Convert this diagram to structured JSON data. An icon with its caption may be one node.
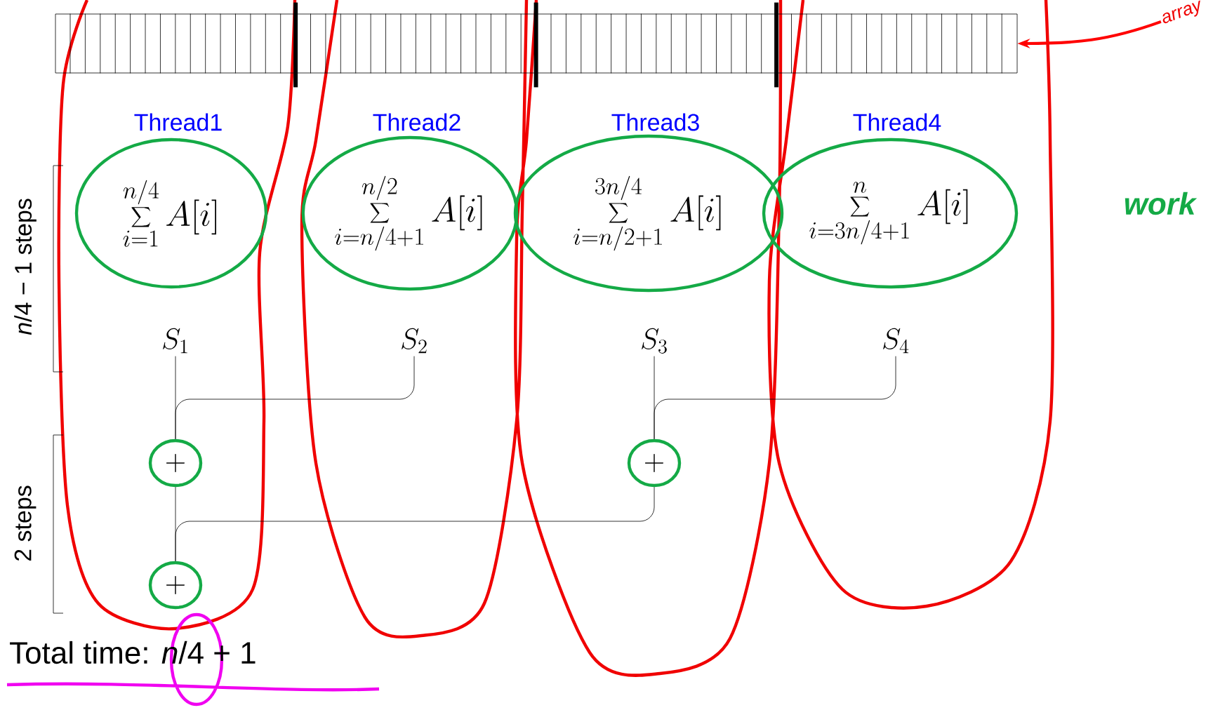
{
  "diagram": {
    "nodes": [
      {
        "text": [],
        "shape": "box"
      },
      {
        "text": [
          "array"
        ]
      },
      {
        "text": [
          "\\sum_{i=1}^{n/4} A[i]"
        ],
        "beside": [
          "Thread1"
        ]
      },
      {
        "text": [
          "\\sum_{i=n/4+1}^{n/2} A[i]"
        ],
        "beside": [
          "Thread2"
        ]
      },
      {
        "text": [
          "\\sum_{i=n/2+1}^{3n/4} A[i]"
        ],
        "beside": [
          "Thread3"
        ]
      },
      {
        "text": [
          "\\sum_{i=3n/4+1}^{n} A[i]"
        ],
        "beside": [
          "Thread4"
        ]
      },
      {
        "text": [
          "S_1"
        ]
      },
      {
        "text": [
          "S_2"
        ]
      },
      {
        "text": [
          "S_3"
        ]
      },
      {
        "text": [
          "S_4"
        ]
      },
      {
        "text": [
          "+"
        ]
      },
      {
        "text": [
          "+"
        ]
      },
      {
        "text": [
          "+"
        ]
      }
    ],
    "edges": [
      {
        "from": 1,
        "to": 0,
        "arrow": "to",
        "style": "thick",
        "color": "#ff0000"
      },
      {
        "from": 6,
        "to": 10,
        "arrow": "none"
      },
      {
        "from": 7,
        "to": 10,
        "arrow": "none"
      },
      {
        "from": 8,
        "to": 11,
        "arrow": "none"
      },
      {
        "from": 9,
        "to": 11,
        "arrow": "none"
      },
      {
        "from": 10,
        "to": 12,
        "arrow": "none"
      },
      {
        "from": 11,
        "to": 12,
        "arrow": "none"
      }
    ],
    "labels": [
      "*n*/4 − 1 steps",
      "2 steps",
      "work",
      "Total time: *n*/4 + 1"
    ]
  }
}
